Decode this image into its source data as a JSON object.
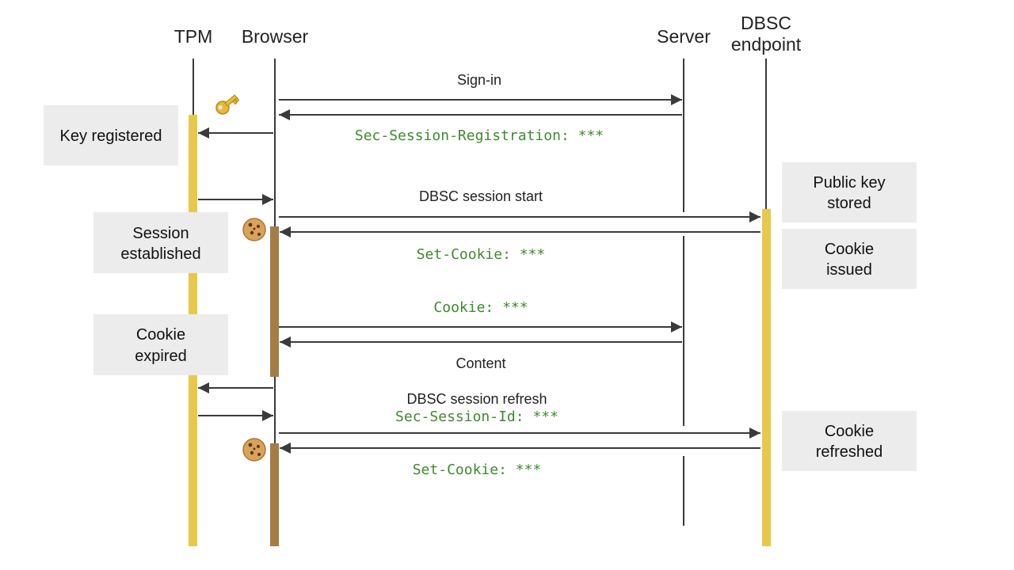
{
  "colors": {
    "lifeline": "#3a3a3a",
    "tpm_activation": "#e8c84a",
    "browser_activation": "#a57c45",
    "dbsc_activation": "#e8c84a",
    "code_text": "#3e8a2e",
    "note_bg": "#ececec"
  },
  "participants": {
    "tpm": "TPM",
    "browser": "Browser",
    "server": "Server",
    "dbsc_line1": "DBSC",
    "dbsc_line2": "endpoint"
  },
  "messages": {
    "sign_in": "Sign-in",
    "session_registration": "Sec-Session-Registration: ***",
    "session_start": "DBSC session start",
    "set_cookie_1": "Set-Cookie: ***",
    "cookie": "Cookie: ***",
    "content": "Content",
    "session_refresh": "DBSC session refresh",
    "session_id": "Sec-Session-Id: ***",
    "set_cookie_2": "Set-Cookie: ***"
  },
  "notes": {
    "key_registered": "Key registered",
    "session_established_1": "Session",
    "session_established_2": "established",
    "cookie_expired_1": "Cookie",
    "cookie_expired_2": "expired",
    "public_key_stored_1": "Public key",
    "public_key_stored_2": "stored",
    "cookie_issued_1": "Cookie",
    "cookie_issued_2": "issued",
    "cookie_refreshed_1": "Cookie",
    "cookie_refreshed_2": "refreshed"
  },
  "icons": {
    "key": "key-icon",
    "cookie": "cookie-icon"
  }
}
